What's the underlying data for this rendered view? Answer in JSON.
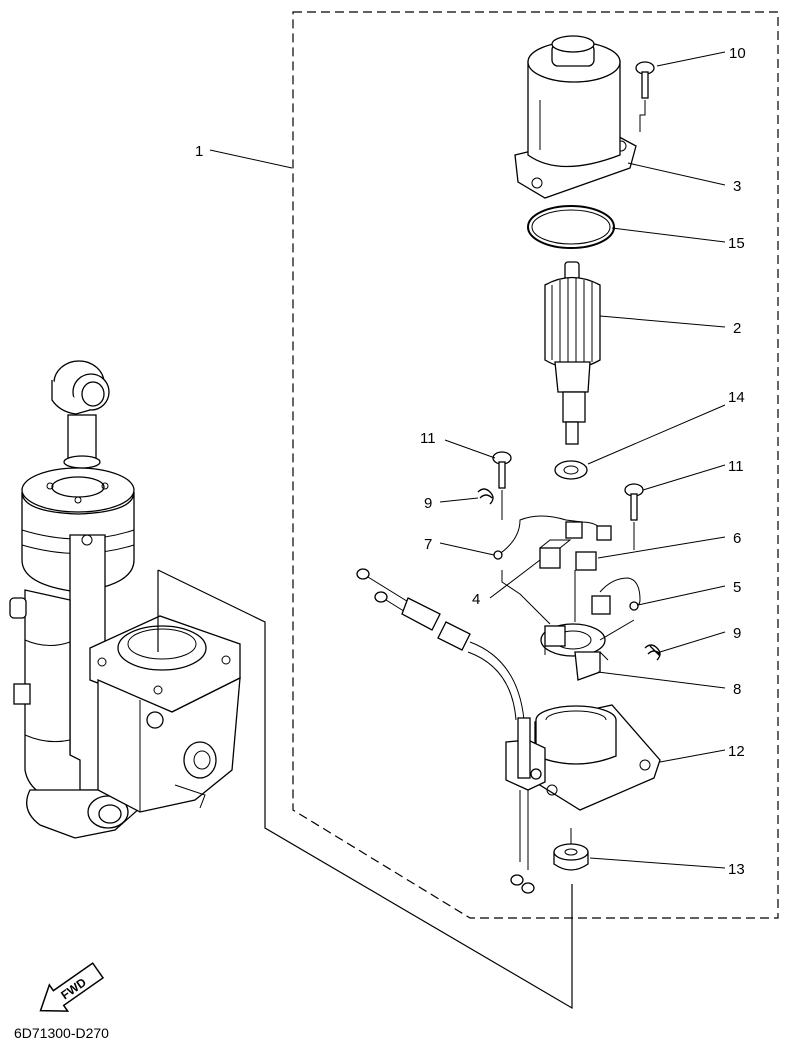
{
  "diagram": {
    "part_labels": {
      "p1": "1",
      "p2": "2",
      "p3": "3",
      "p4": "4",
      "p5": "5",
      "p6": "6",
      "p7": "7",
      "p8": "8",
      "p9a": "9",
      "p9b": "9",
      "p10": "10",
      "p11a": "11",
      "p11b": "11",
      "p12": "12",
      "p13": "13",
      "p14": "14",
      "p15": "15"
    },
    "direction_badge": "FWD",
    "drawing_code": "6D71300-D270"
  }
}
